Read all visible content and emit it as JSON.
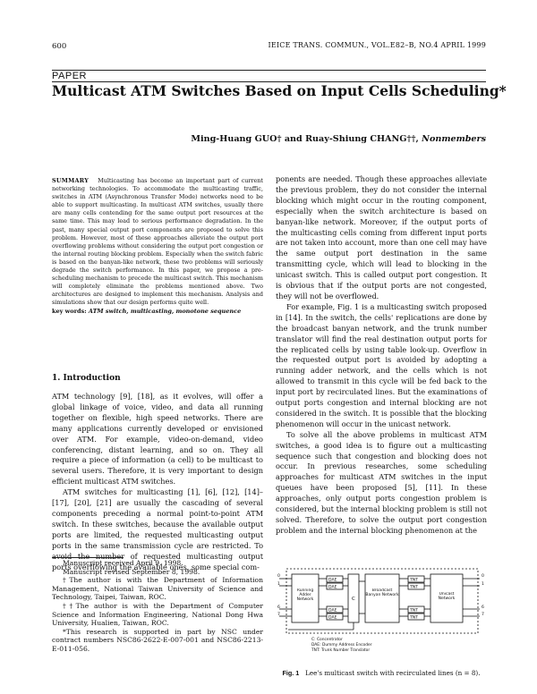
{
  "header": {
    "page_number": "600",
    "journal": "IEICE TRANS. COMMUN., VOL.E82–B, NO.4 APRIL 1999"
  },
  "paper_type": "PAPER",
  "title": "Multicast ATM Switches Based on Input Cells Scheduling*",
  "authors": {
    "names": "Ming-Huang GUO† and Ruay-Shiung CHANG††,",
    "role": "Nonmembers"
  },
  "abstract": {
    "label": "SUMMARY",
    "text": "Multicasting has become an important part of current networking technologies. To accommodate the multicasting traffic, switches in ATM (Asynchronous Transfer Mode) networks need to be able to support multicasting. In multicast ATM switches, usually there are many cells contending for the same output port resources at the same time. This may lead to serious performance degradation. In the past, many special output port components are proposed to solve this problem. However, most of these approaches alleviate the output port overflowing problems without considering the output port congestion or the internal routing blocking problem. Especially when the switch fabric is based on the banyan-like network, these two problems will seriously degrade the switch performance. In this paper, we propose a pre-scheduling mechanism to precede the multicast switch. This mechanism will completely eliminate the problems mentioned above. Two architectures are designed to implement this mechanism. Analysis and simulations show that our design performs quite well.",
    "keywords_label": "key words:",
    "keywords": "ATM switch, multicasting, monotone sequence"
  },
  "section1": {
    "heading": "1.   Introduction",
    "p1": "ATM technology [9], [18], as it evolves, will offer a global linkage of voice, video, and data all running together on flexible, high speed networks. There are many applications currently developed or envisioned over ATM. For example, video-on-demand, video conferencing, distant learning, and so on. They all require a piece of information (a cell) to be multicast to several users. Therefore, it is very important to design efficient multicast ATM switches.",
    "p2": "ATM switches for multicasting [1], [6], [12], [14]–[17], [20], [21] are usually the cascading of several components preceding a normal point-to-point ATM switch. In these switches, because the available output ports are limited, the requested multicasting output ports in the same transmission cycle are restricted. To avoid the number of requested multicasting output ports overflowing the available ones, some special com-",
    "r1": "ponents are needed. Though these approaches alleviate the previous problem, they do not consider the internal blocking which might occur in the routing component, especially when the switch architecture is based on banyan-like network. Moreover, if the output ports of the multicasting cells coming from different input ports are not taken into account, more than one cell may have the same output port destination in the same transmitting cycle, which will lead to blocking in the unicast switch. This is called output port congestion. It is obvious that if the output ports are not congested, they will not be overflowed.",
    "r2": "For example, Fig. 1 is a multicasting switch proposed in [14]. In the switch, the cells' replications are done by the broadcast banyan network, and the trunk number translator will find the real destination output ports for the replicated cells by using table look-up. Overflow in the requested output port is avoided by adopting a running adder network, and the cells which is not allowed to transmit in this cycle will be fed back to the input port by recirculated lines. But the examinations of output ports congestion and internal blocking are not considered in the switch. It is possible that the blocking phenomenon will occur in the unicast network.",
    "r3": "To solve all the above problems in multicast ATM switches, a good idea is to figure out a multicasting sequence such that congestion and blocking does not occur. In previous researches, some scheduling approaches for multicast ATM switches in the input queues have been proposed [5], [11]. In these approaches, only output ports congestion problem is considered, but the internal blocking problem is still not solved. Therefore, to solve the output port congestion problem and the internal blocking phenomenon at the"
  },
  "footnotes": {
    "received": "Manuscript received April 9, 1998.",
    "revised": "Manuscript revised September 8, 1998.",
    "fn1": "†The author is with the Department of Information Management, National Taiwan University of Science and Technology, Taipei, Taiwan, ROC.",
    "fn2": "††The author is with the Department of Computer Science and Information Engineering, National Dong Hwa University, Hualien, Taiwan, ROC.",
    "fn3": "*This research is supported in part by NSC under contract numbers NSC86-2622-E-007-001 and NSC86-2213-E-011-056."
  },
  "figure": {
    "labels": {
      "adder": "Running Adder Network",
      "dae": "DAE",
      "c": "C",
      "banyan": "Broadcast Banyan Network",
      "tnt": "TNT",
      "unicast": "Unicast Network",
      "in0": "0",
      "in1": "1",
      "in6": "6",
      "in7": "7",
      "out0": "0",
      "out1": "1",
      "out6": "6",
      "out7": "7",
      "legend1": "C: Concentrator",
      "legend2": "DAE: Dummy Address Encoder",
      "legend3": "TNT: Trunk Number Translator"
    },
    "caption_label": "Fig. 1",
    "caption_text": "Lee's multicast switch with recirculated lines (n = 8)."
  }
}
